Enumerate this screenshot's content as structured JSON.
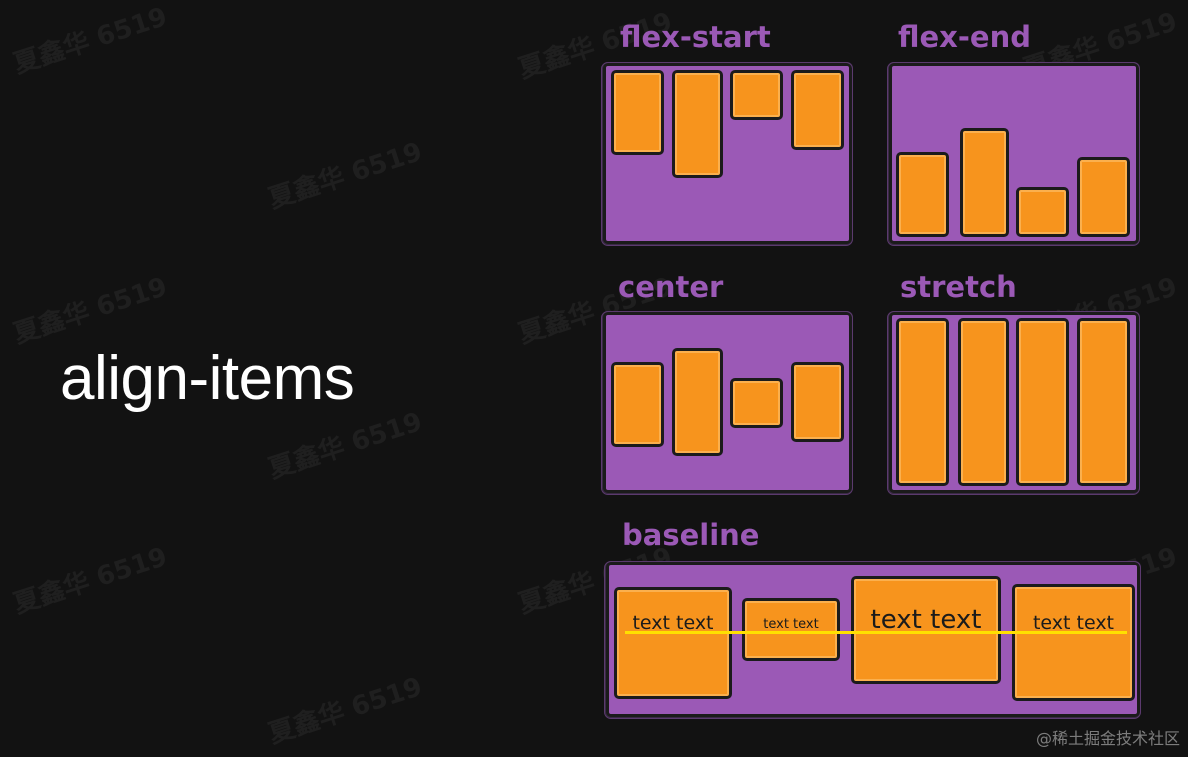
{
  "title": "align-items",
  "panels": {
    "flex_start": "flex-start",
    "flex_end": "flex-end",
    "center": "center",
    "stretch": "stretch",
    "baseline": "baseline"
  },
  "baseline_items": [
    "text text",
    "text text",
    "text text",
    "text text"
  ],
  "watermark": "夏鑫华 6519",
  "credit": "@稀土掘金技术社区",
  "colors": {
    "background": "#121212",
    "panel": "#9b59b6",
    "item": "#f7941d",
    "outline": "#1b1b1b",
    "baseline_line": "#ffe000"
  }
}
